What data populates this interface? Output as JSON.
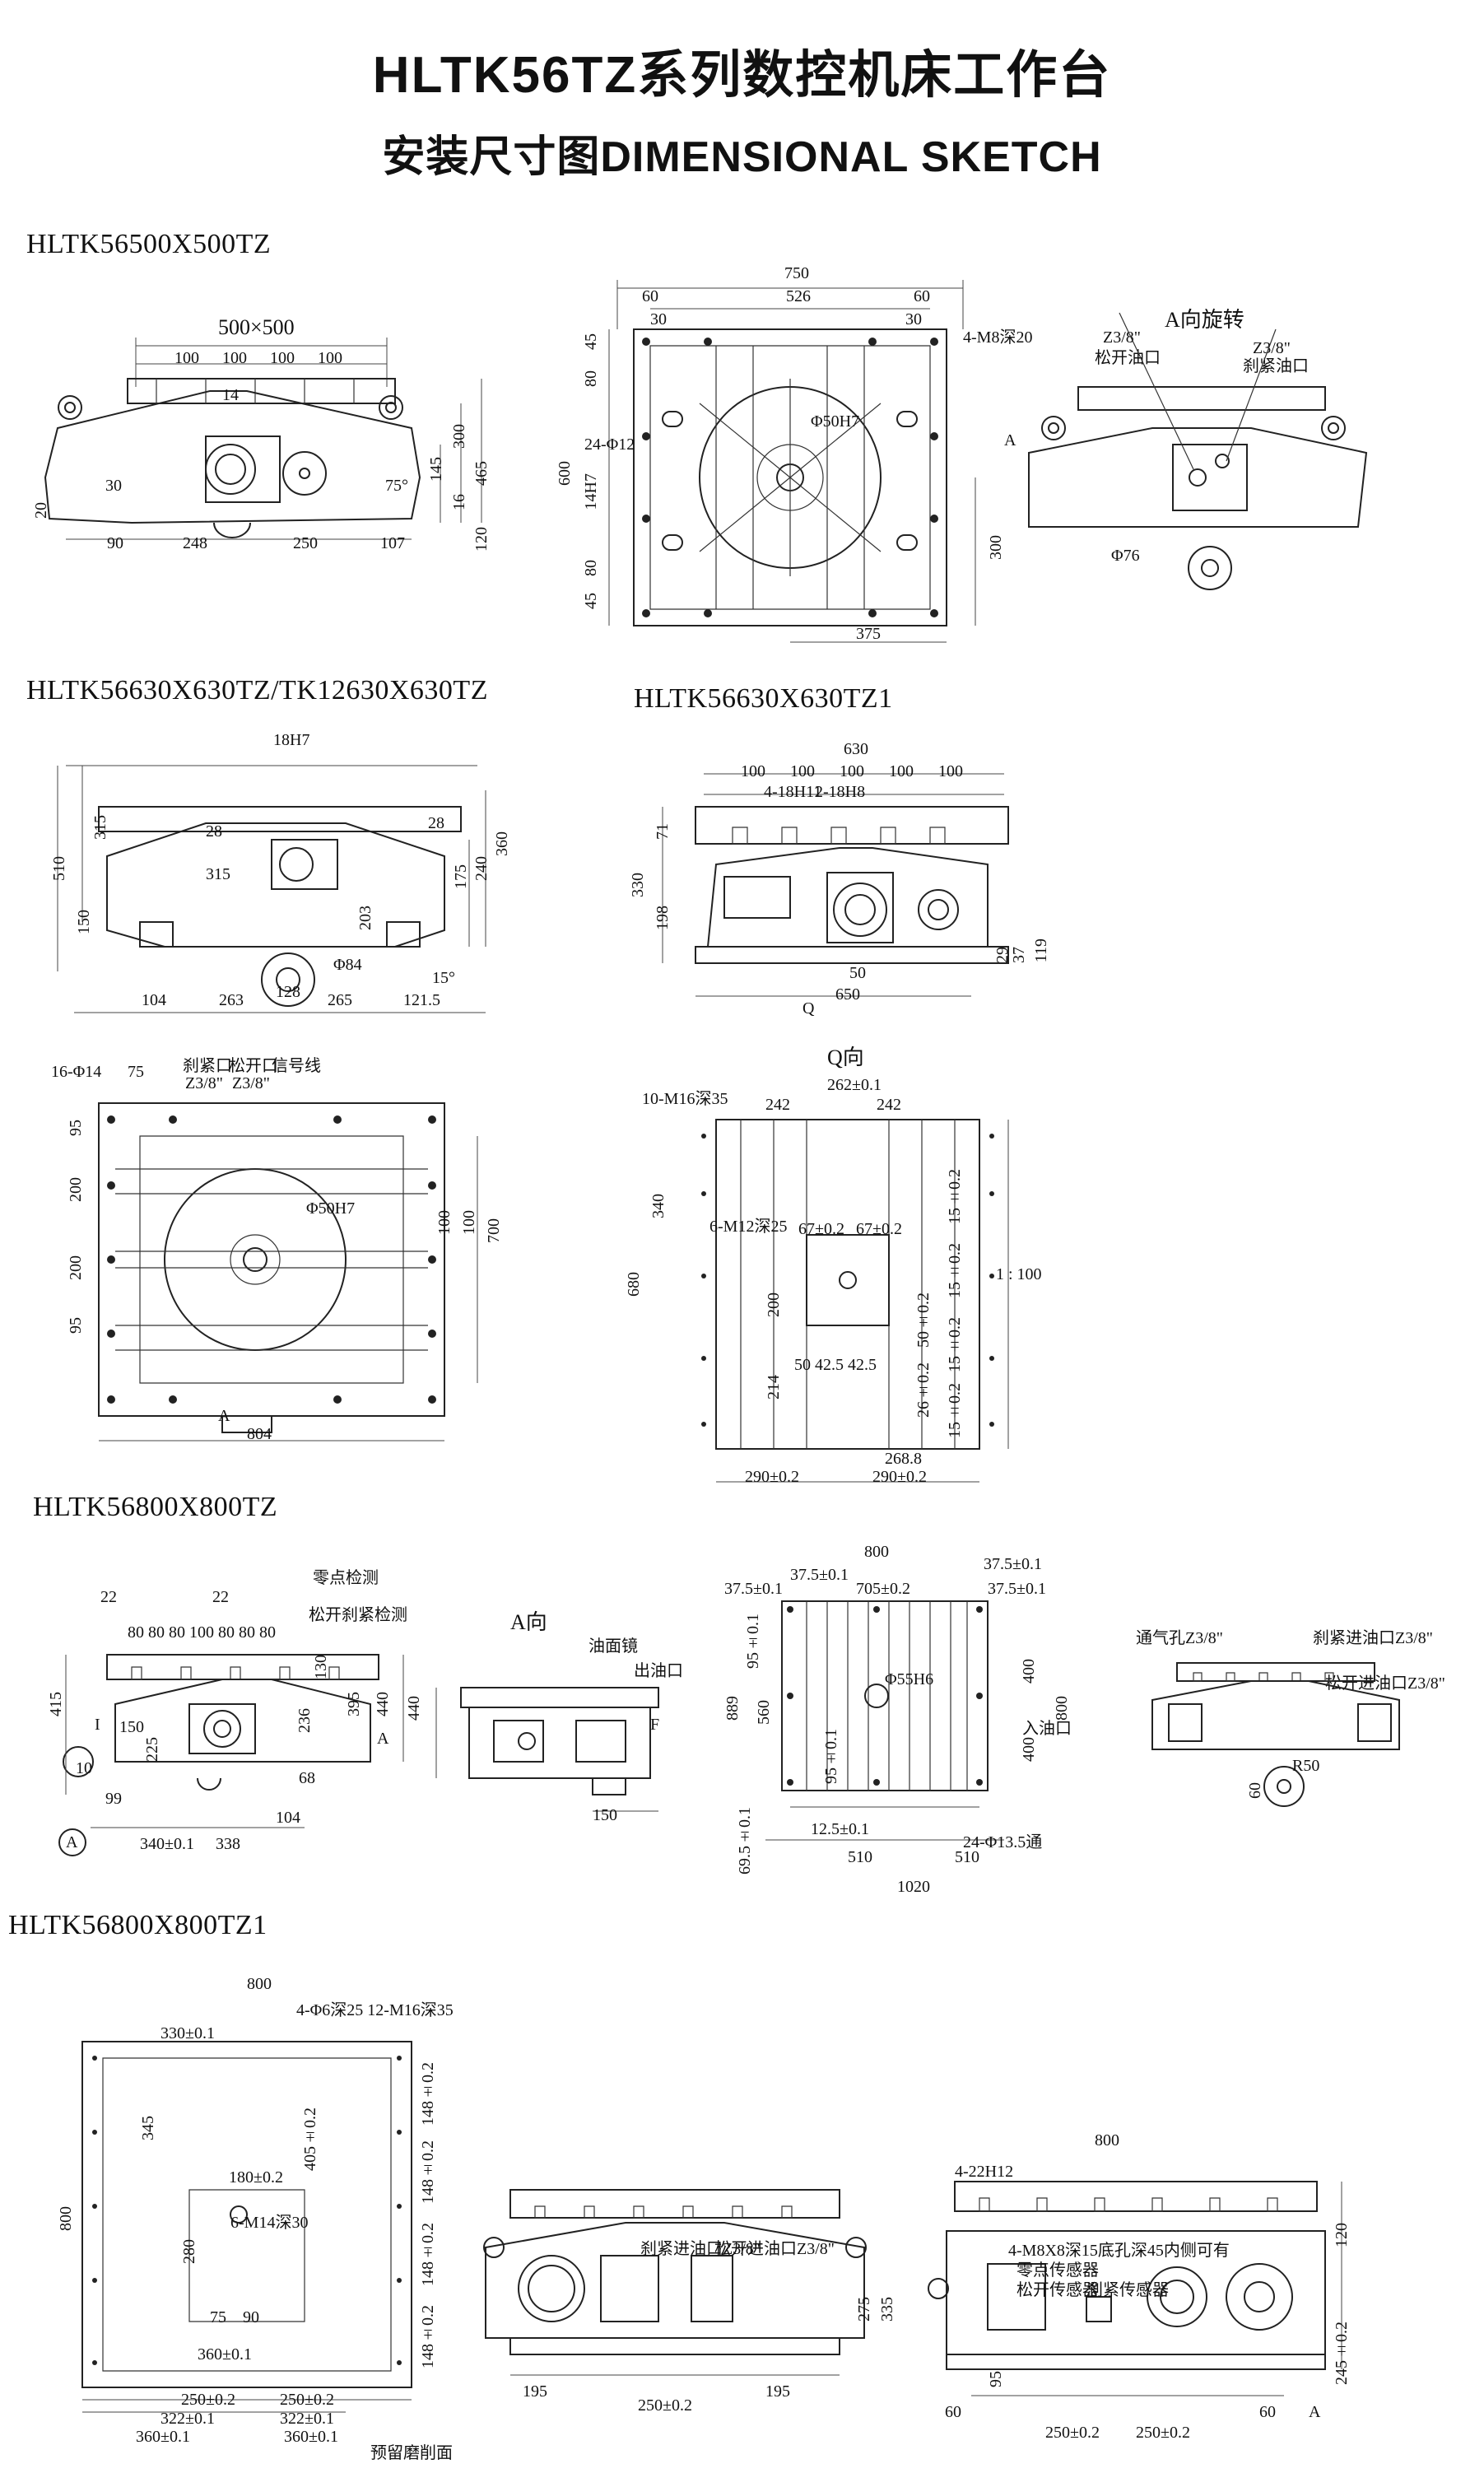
{
  "header": {
    "title_line1": "HLTK56TZ系列数控机床工作台",
    "title_line2": "安装尺寸图DIMENSIONAL SKETCH"
  },
  "sections": {
    "s1": "HLTK56500X500TZ",
    "s2": "HLTK56630X630TZ/TK12630X630TZ",
    "s3": "HLTK56630X630TZ1",
    "s4": "HLTK56800X800TZ",
    "s5": "HLTK56800X800TZ1"
  },
  "labels": {
    "q_view": "Q向",
    "a_view_rot": "A向旋转",
    "a_view": "A向",
    "arrow_a": "A",
    "arrow_q": "Q",
    "arrow_f": "F",
    "circ_a": "A",
    "roman_i": "I",
    "zero_detect": "零点检测",
    "clamp_detect": "松开刹紧检测",
    "oil_mirror": "油面镜",
    "oil_out": "出油口",
    "oil_in": "入油口",
    "clamp_port": "刹紧口",
    "release_port": "松开口",
    "signal_line": "信号线",
    "vent_hole": "通气孔Z3/8\"",
    "clamp_oil_in": "刹紧进油口Z3/8\"",
    "release_oil_in": "松开进油口Z3/8\"",
    "release_oil": "松开油口",
    "clamp_oil": "刹紧油口",
    "z38": "Z3/8\"",
    "clamp_in_b": "刹紧进油口Z3/8\"",
    "release_in_b": "松开进油口Z3/8\"",
    "grind_face": "预留磨削面",
    "sensor_note": "4-M8X8深15底孔深45内侧可有",
    "zero_sensor": "零点传感器",
    "release_sensor": "松开传感器",
    "clamp_sensor": "刹紧传感器"
  },
  "dims": {
    "d750": "750",
    "d526": "526",
    "d60a": "60",
    "d60b": "60",
    "d30a": "30",
    "d30b": "30",
    "m8": "4-M8深20",
    "d45": "45",
    "d80": "80",
    "d100": "100",
    "d600": "600",
    "d24phi12": "24-Φ12",
    "d14h7": "14H7",
    "d375": "375",
    "d300": "300",
    "phi50h7": "Φ50H7",
    "d500x500": "500×500",
    "d14": "14",
    "d465": "465",
    "d200": "200",
    "d145": "145",
    "d16": "16",
    "d120": "120",
    "d90": "90",
    "d248": "248",
    "d250": "250",
    "d107": "107",
    "d20": "20",
    "d75deg": "75°",
    "phi76": "Φ76",
    "d18h7": "18H7",
    "d315": "315",
    "d510": "510",
    "d150": "150",
    "d360": "360",
    "d240": "240",
    "d175": "175",
    "d28": "28",
    "d203": "203",
    "d104": "104",
    "d263": "263",
    "d128": "128",
    "d265": "265",
    "d121_5": "121.5",
    "phi84": "Φ84",
    "d15deg": "15°",
    "d630": "630",
    "d4_18h11": "4-18H11",
    "d2_18h8": "2-18H8",
    "d71": "71",
    "d330": "330",
    "d198": "198",
    "d50": "50",
    "d650": "650",
    "d29": "29",
    "d37": "37",
    "d119": "119",
    "d16phi14": "16-Φ14",
    "d75": "75",
    "d95": "95",
    "d700": "700",
    "d804": "804",
    "m16": "10-M16深35",
    "d242a": "242",
    "d242b": "242",
    "d262": "262±0.1",
    "d340": "340",
    "d680": "680",
    "m12": "6-M12深25",
    "d67a": "67±0.2",
    "d67b": "67±0.2",
    "d214": "214",
    "d268": "268.8",
    "d290a": "290±0.2",
    "d290b": "290±0.2",
    "d15p2": "15±0.2",
    "taper": "1 : 100",
    "d50_425": "50 42.5 42.5",
    "d26": "26±0.2",
    "d50pm": "50±0.2",
    "d415": "415",
    "d395": "395",
    "d130": "130",
    "d236": "236",
    "d440": "440",
    "d225": "225",
    "d10": "10",
    "d99": "99",
    "d68": "68",
    "d340b": "340±0.1",
    "d338": "338",
    "d800": "800",
    "d37_5a": "37.5±0.1",
    "d37_5b": "37.5±0.1",
    "d37_5c": "37.5±0.1",
    "d37_5d": "37.5±0.1",
    "d705": "705±0.2",
    "d95_1": "95±0.1",
    "d889": "889",
    "d560": "560",
    "d400a": "400",
    "d400b": "400",
    "d69": "69.5±0.1",
    "d12_5": "12.5±0.1",
    "d510b": "510",
    "d510c": "510",
    "d1020": "1020",
    "d24phi13": "24-Φ13.5通",
    "phi55": "Φ55H6",
    "d60": "60",
    "r50": "R50",
    "d22a": "22",
    "d22b": "22",
    "d330b": "330±0.1",
    "m16b": "4-Φ6深25  12-M16深35",
    "d345": "345",
    "d405": "405±0.2",
    "d180": "180±0.2",
    "m14": "6-M14深30",
    "d280": "280",
    "d90b": "90",
    "d75b": "75",
    "d360b": "360±0.1",
    "d250c": "250±0.2",
    "d322": "322±0.1",
    "d148": "148±0.2",
    "d800b": "800",
    "d275": "275",
    "d335": "335",
    "d195": "195",
    "d228": "4-22H12",
    "d245": "245±0.2",
    "d95b": "95"
  },
  "colors": {
    "ink": "#222222",
    "paper": "#ffffff"
  }
}
